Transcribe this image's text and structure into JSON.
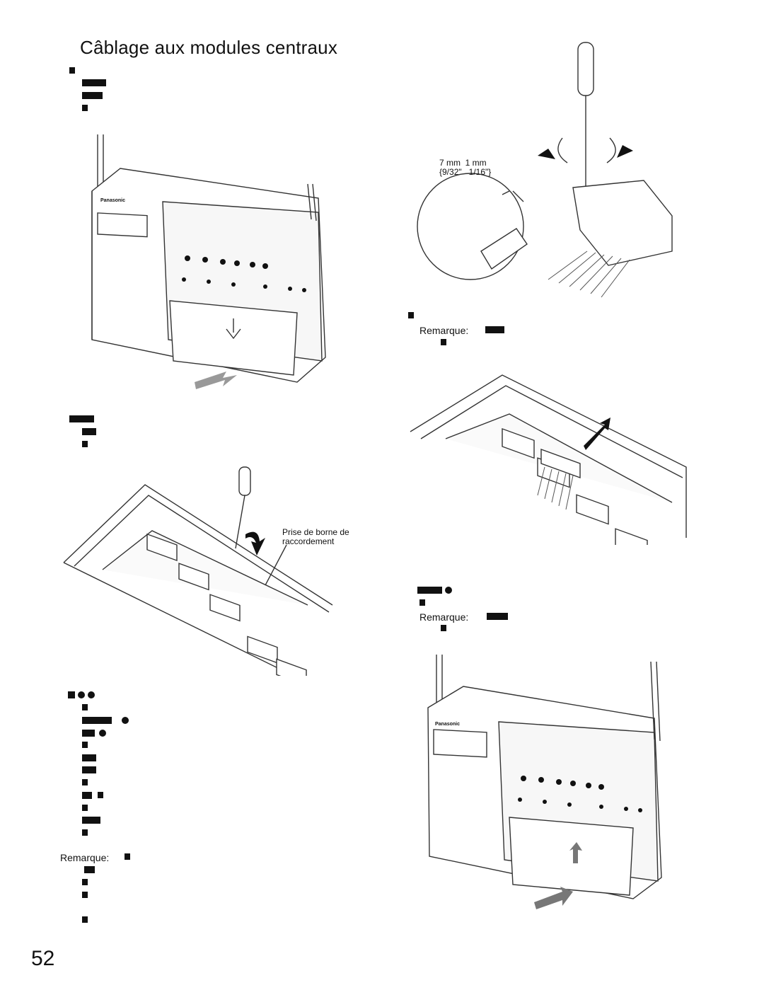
{
  "page": {
    "title": "Câblage aux modules centraux",
    "page_number": "52"
  },
  "remarks": {
    "label_1": "Remarque:",
    "label_2": "Remarque:",
    "label_3": "Remarque:"
  },
  "figures": {
    "terminal_label": "Prise de borne de raccordement",
    "strip_length_1": "7 mm",
    "strip_length_2": "1 mm",
    "strip_length_1_in": "{9/32\"",
    "strip_length_2_in": "1/16\"}",
    "brand": "Panasonic"
  },
  "colors": {
    "ink": "#111111",
    "line": "#333333",
    "panel": "#f7f7f7"
  }
}
